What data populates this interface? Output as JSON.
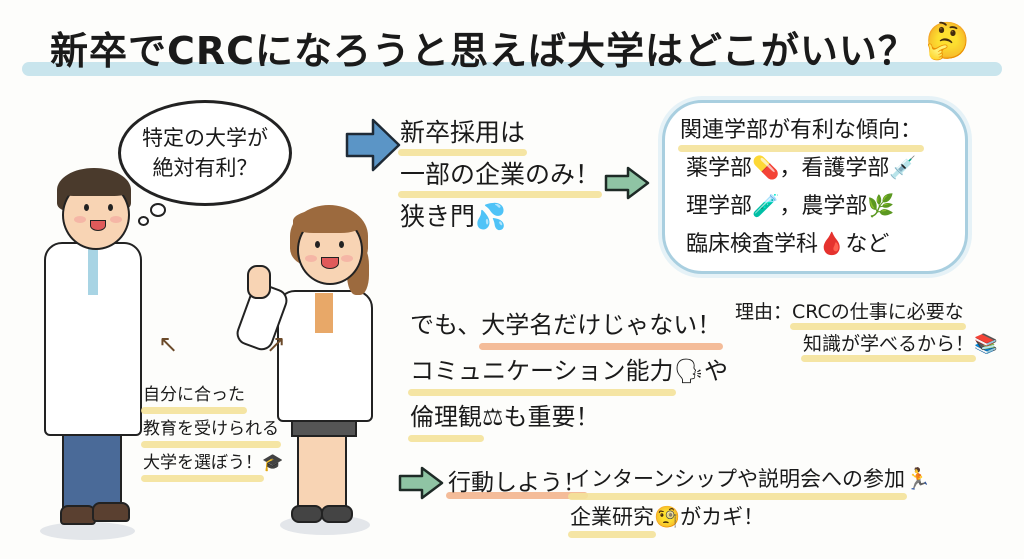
{
  "title": {
    "text": "新卒でCRCになろうと思えば大学はどこがいい？",
    "emoji": "🤔"
  },
  "speech_bubble": {
    "lines": [
      "特定の大学が",
      "絶対有利？"
    ]
  },
  "arrows": {
    "blue_arrow_color": "#5b95c6",
    "green_arrow_color": "#8fc4a4"
  },
  "hiring": {
    "line1": "新卒採用は",
    "line2": "一部の企業のみ！",
    "line3": "狭き門",
    "line3_emoji": "💦"
  },
  "related_departments": {
    "heading": "関連学部が有利な傾向：",
    "rows": [
      {
        "text": "薬学部💊，看護学部💉"
      },
      {
        "text": "理学部🧪，農学部🌿"
      },
      {
        "text": "臨床検査学科🩸など"
      }
    ]
  },
  "reason": {
    "label": "理由：",
    "line1": "CRCの仕事に必要な",
    "line2": "知識が学べるから！",
    "emoji": "📚"
  },
  "skills": {
    "line1_prefix": "でも、",
    "line1_highlight": "大学名だけじゃない！",
    "line2": "コミュニケーション能力",
    "line2_emoji": "🗣",
    "line2_suffix": "や",
    "line3": "倫理観",
    "line3_emoji": "⚖",
    "line3_suffix": "も重要！"
  },
  "education": {
    "lines": [
      "自分に合った",
      "教育を受けられる",
      "大学を選ぼう！"
    ],
    "emoji": "🎓",
    "arrow_glyph": "↖ ↗"
  },
  "action": {
    "label": "行動しよう！",
    "line1": "インターンシップや説明会への参加",
    "line1_emoji": "🏃",
    "line2_prefix": "企業研究",
    "line2_emoji": "🧐",
    "line2_suffix": "がカギ！"
  },
  "colors": {
    "title_band": "#bfe0ea",
    "highlight_yellow": "#f4e29a",
    "highlight_orange": "#f3b58e",
    "cloud_border": "#a9cfe0"
  }
}
